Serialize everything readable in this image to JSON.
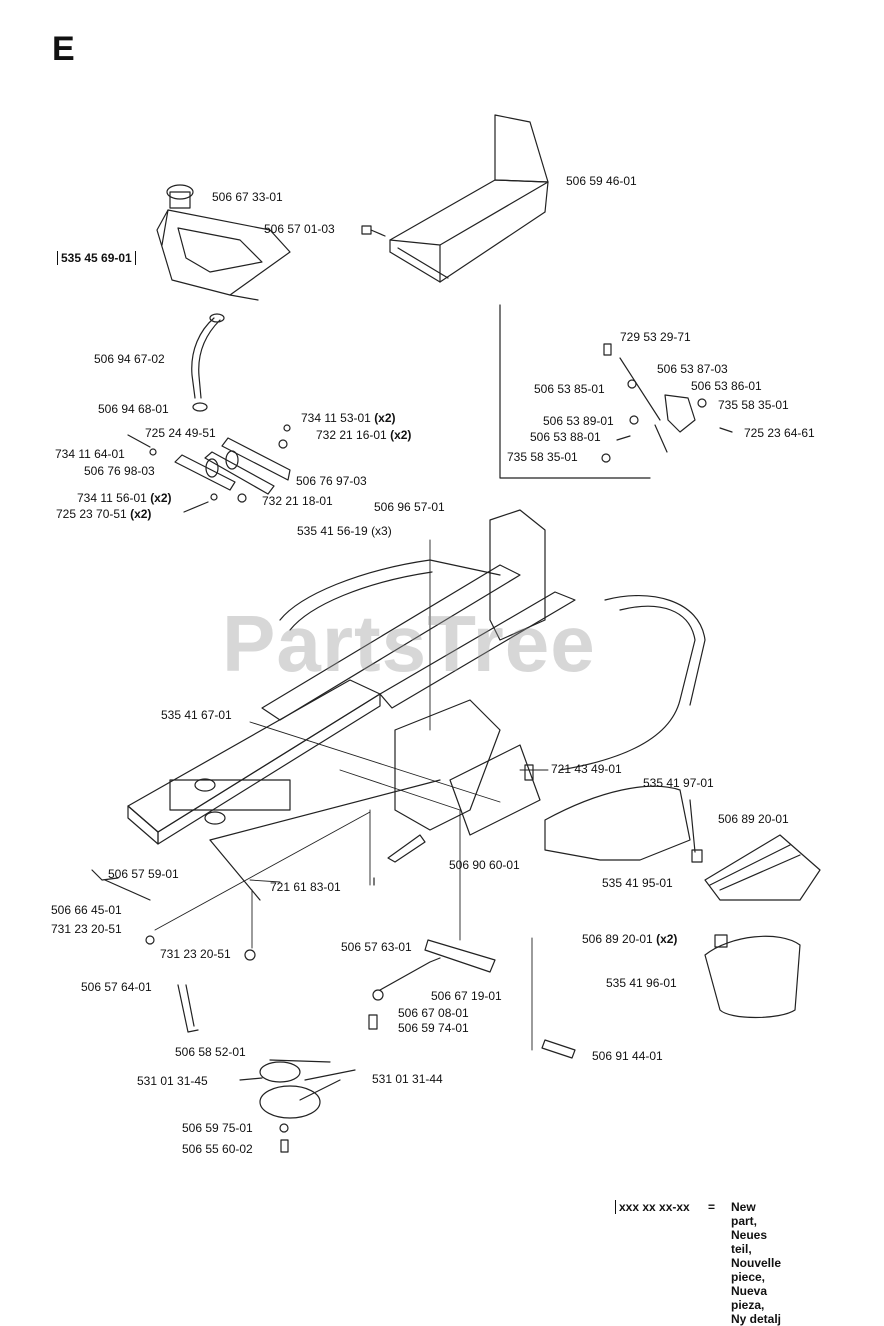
{
  "section": "E",
  "watermark": "PartsTree",
  "labels": {
    "p506594601": "506 59 46-01",
    "p506673301": "506 67 33-01",
    "p506570103": "506 57 01-03",
    "p535456901": "535 45 69-01",
    "p506946702": "506 94 67-02",
    "p506946801": "506 94 68-01",
    "p729532971": "729 53 29-71",
    "p506538703": "506 53 87-03",
    "p506538501": "506 53 85-01",
    "p506538601": "506 53 86-01",
    "p735583501a": "735 58 35-01",
    "p506538901": "506 53 89-01",
    "p506538801": "506 53 88-01",
    "p725236461": "725 23 64-61",
    "p735583501b": "735 58 35-01",
    "p734115301": "734 11 53-01",
    "q734115301": "(x2)",
    "p725244951": "725 24 49-51",
    "p732211601": "732 21 16-01",
    "q732211601": "(x2)",
    "p734116401": "734 11 64-01",
    "p506769803": "506 76 98-03",
    "p506769703": "506 76 97-03",
    "p734115601": "734 11 56-01",
    "q734115601": "(x2)",
    "p732211801": "732 21 18-01",
    "p725237051": "725 23 70-51",
    "q725237051": "(x2)",
    "p506965701": "506 96 57-01",
    "p535415619": "535 41 56-19 (x3)",
    "p535416701": "535 41 67-01",
    "p721434901": "721 43 49-01",
    "p535419701": "535 41 97-01",
    "p506892001a": "506 89 20-01",
    "p506575901": "506 57 59-01",
    "p721618301": "721 61 83-01",
    "p506906001": "506 90 60-01",
    "p535419501": "535 41 95-01",
    "p506664501": "506 66 45-01",
    "p731232051a": "731 23 20-51",
    "p731232051b": "731 23 20-51",
    "p506576301": "506 57 63-01",
    "p506892001b": "506 89 20-01",
    "q506892001b": "(x2)",
    "p535419601": "535 41 96-01",
    "p506576401": "506 57 64-01",
    "p506671901": "506 67 19-01",
    "p506670801": "506 67 08-01",
    "p506597401": "506 59 74-01",
    "p506585201": "506 58 52-01",
    "p506914401": "506 91 44-01",
    "p531013145": "531 01 31-45",
    "p531013144": "531 01 31-44",
    "p506597501": "506 59 75-01",
    "p506556002": "506 55 60-02"
  },
  "legend": {
    "code": "xxx xx xx-xx",
    "equals": "=",
    "meanings": [
      "New part,",
      "Neues teil,",
      "Nouvelle piece,",
      "Nueva pieza,",
      "Ny detalj"
    ]
  }
}
